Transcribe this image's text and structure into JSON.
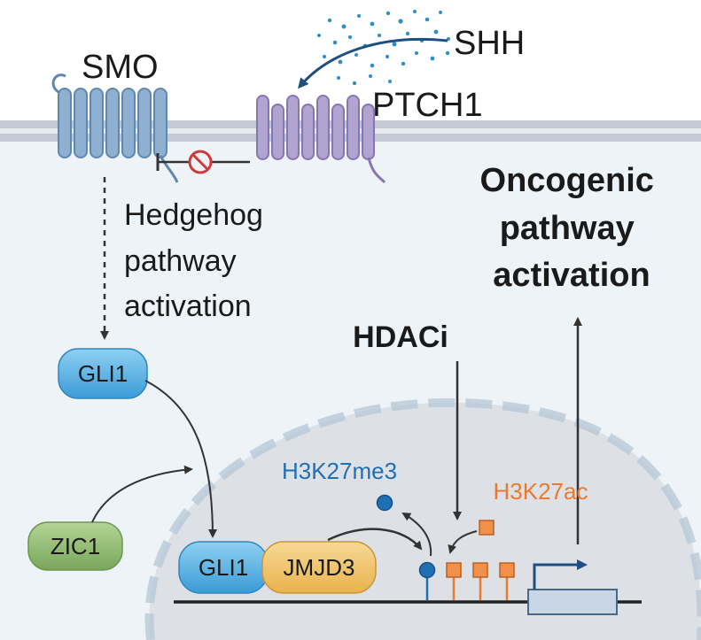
{
  "labels": {
    "shh": "SHH",
    "smo": "SMO",
    "ptch1": "PTCH1",
    "hedgehog": [
      "Hedgehog",
      "pathway",
      "activation"
    ],
    "oncogenic": [
      "Oncogenic",
      "pathway",
      "activation"
    ],
    "hdaci": "HDACi",
    "gli1_top": "GLI1",
    "zic1": "ZIC1",
    "gli1_bottom": "GLI1",
    "jmjd3": "JMJD3",
    "h3k27me3": "H3K27me3",
    "h3k27ac": "H3K27ac"
  },
  "colors": {
    "background": "#eef3f8",
    "membrane": "#b6bec8",
    "smo": "#7fa3c6",
    "ptch1": "#ab9dc9",
    "gli1": "#4aa9de",
    "zic1": "#8fb86f",
    "jmjd3": "#f0c26a",
    "h3k27me3": "#1f6fb4",
    "h3k27ac": "#e97a2e",
    "inhibit": "#d03a3a",
    "nucleus": "#dde1e6",
    "text": "#1a1a1a"
  }
}
